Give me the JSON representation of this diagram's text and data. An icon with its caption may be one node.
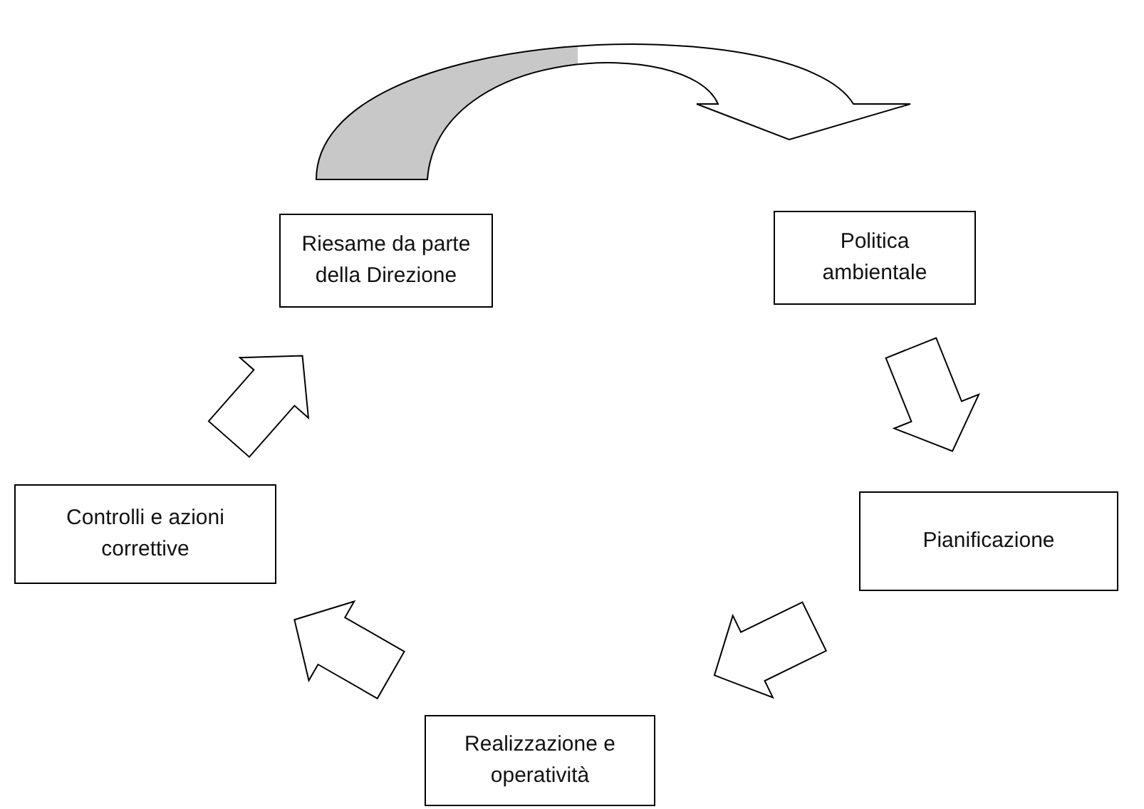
{
  "diagram": {
    "nodes": [
      {
        "text": [
          "Riesame da parte della Direzione"
        ]
      },
      {
        "text": [
          "Politica ambientale"
        ]
      },
      {
        "text": [
          "Pianificazione"
        ]
      },
      {
        "text": [
          "Realizzazione e operatività"
        ]
      },
      {
        "text": [
          "Controlli e azioni correttive"
        ]
      }
    ],
    "edges": [
      {
        "from": 0,
        "to": 1,
        "arrow": "to"
      },
      {
        "from": 1,
        "to": 2,
        "arrow": "to"
      },
      {
        "from": 2,
        "to": 3,
        "arrow": "to"
      },
      {
        "from": 3,
        "to": 4,
        "arrow": "to"
      },
      {
        "from": 4,
        "to": 0,
        "arrow": "to"
      }
    ]
  }
}
